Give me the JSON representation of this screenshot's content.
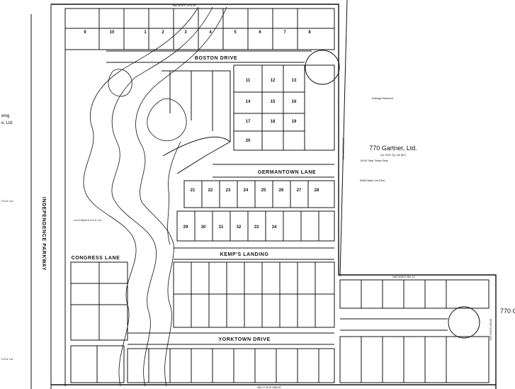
{
  "streets": {
    "boston": "BOSTON DRIVE",
    "germantown": "GERMANTOWN LANE",
    "kemp": "KEMP'S LANDING",
    "yorktown": "YORKTOWN DRIVE",
    "congress": "CONGRESS LANE",
    "independence": "INDEPENDENCE PARKWAY"
  },
  "owner": {
    "line1": "770 Gartner, Ltd.",
    "line2": "Vol. 2576, Pg. 440 (BC)"
  },
  "left_fragments": {
    "frag1": "eing",
    "frag2": "e, Ltd.",
    "frag3": "H.O.A. Lot",
    "frag4": "H.O.A. Lot"
  },
  "right_fragments": {
    "frag1": "770 G"
  },
  "top_labels": {
    "bearing_top": "N84°45'30\"E  1073.45'",
    "bearing_bottom": "S84°17'24\"W  1650.00'",
    "bearing_right": "N84°45'30\"E  581.14'",
    "right_vertical": "S05°14'30\"E  416.60'",
    "right_vertical2": "S05°14'30\"E  232.65'"
  },
  "notes": {
    "hoa_lot": "Lot 10 Block D H.O.A. Lot",
    "drainage": "Drainage Easement",
    "sewer": "15'x15' Sanit. Sewer Esmt.",
    "water": "60x60 Water Line Esmt."
  },
  "lot_numbers": [
    "1",
    "2",
    "3",
    "4",
    "5",
    "6",
    "7",
    "8",
    "9",
    "10",
    "11",
    "12",
    "13",
    "14",
    "15",
    "16",
    "17",
    "18",
    "19",
    "20",
    "21",
    "22",
    "23",
    "24",
    "25",
    "26",
    "27",
    "28",
    "29",
    "30",
    "31",
    "32",
    "33",
    "34"
  ]
}
